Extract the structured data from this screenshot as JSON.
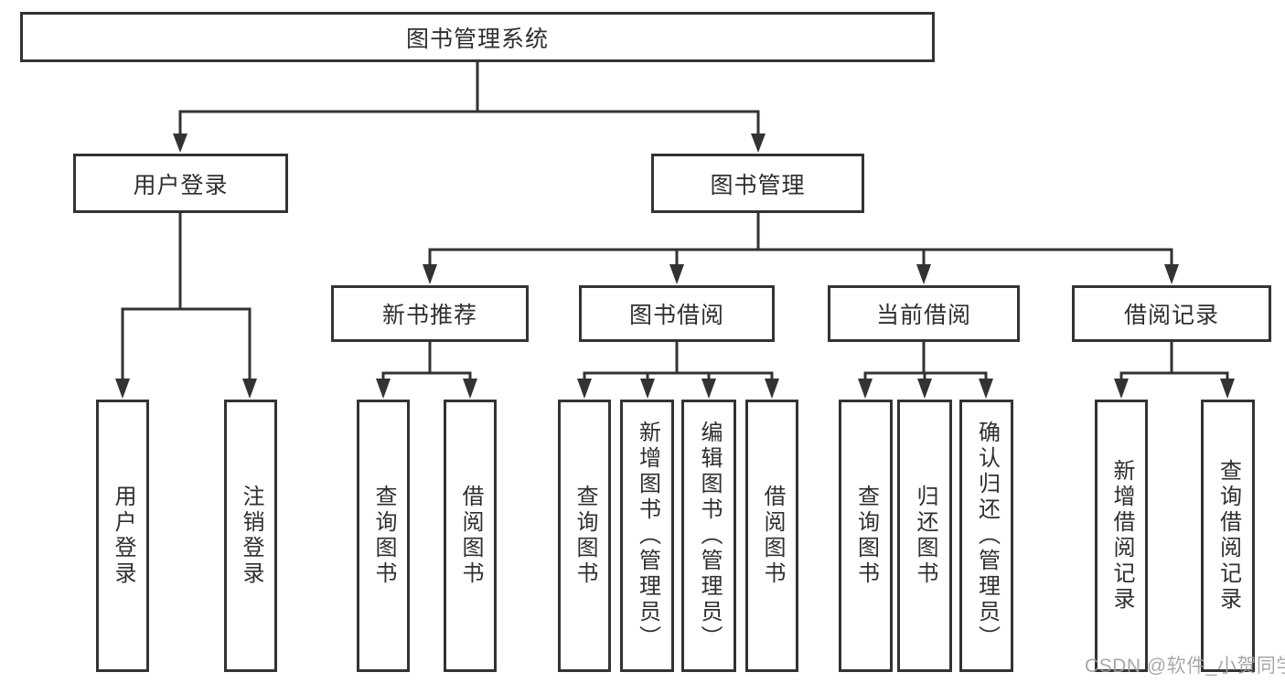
{
  "diagram_title": "图书管理系统",
  "nodes": {
    "root": "图书管理系统",
    "level2": [
      "用户登录",
      "图书管理"
    ],
    "level3": [
      "新书推荐",
      "图书借阅",
      "当前借阅",
      "借阅记录"
    ],
    "leaves": [
      "用户登录",
      "注销登录",
      "查询图书",
      "借阅图书",
      "查询图书",
      "新增图书（管理员）",
      "编辑图书（管理员）",
      "借阅图书",
      "查询图书",
      "归还图书",
      "确认归还（管理员）",
      "新增借阅记录",
      "查询借阅记录"
    ]
  },
  "tree": {
    "图书管理系统": {
      "用户登录": [
        "用户登录",
        "注销登录"
      ],
      "图书管理": {
        "新书推荐": [
          "查询图书",
          "借阅图书"
        ],
        "图书借阅": [
          "查询图书",
          "新增图书（管理员）",
          "编辑图书（管理员）",
          "借阅图书"
        ],
        "当前借阅": [
          "查询图书",
          "归还图书",
          "确认归还（管理员）"
        ],
        "借阅记录": [
          "新增借阅记录",
          "查询借阅记录"
        ]
      }
    }
  },
  "watermark": {
    "text": "CSDN @软件_小贺同学"
  },
  "colors": {
    "line": "#333333",
    "box_border": "#333333",
    "box_fill": "#ffffff",
    "text": "#2f2f2f",
    "watermark": "#9e9e9e",
    "background": "#ffffff"
  }
}
